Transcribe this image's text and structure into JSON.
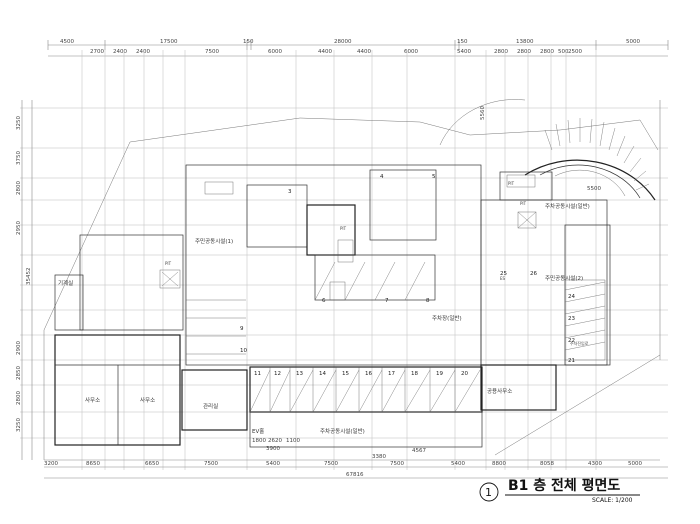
{
  "drawing": {
    "title": "B1 층 전체 평면도",
    "scale": "SCALE: 1/200",
    "sheet_number": "1"
  },
  "top_dims": {
    "row1": [
      "4500",
      "17500",
      "150",
      "28000",
      "150",
      "13800",
      "5000"
    ],
    "row2": [
      "2700",
      "2400",
      "2400",
      "7500",
      "6000",
      "4400",
      "4400",
      "6000",
      "5400",
      "2800",
      "2800",
      "2800",
      "500",
      "2500"
    ]
  },
  "bottom_dims": {
    "row1": [
      "3200",
      "8650",
      "6650",
      "7500",
      "5400",
      "7500",
      "7500",
      "5400",
      "8800",
      "8058",
      "4300",
      "5000"
    ],
    "row2": [
      "1800",
      "2620",
      "1100",
      "3900",
      "3380",
      "4567"
    ],
    "total": "67816"
  },
  "left_dims": [
    "3250",
    "3750",
    "2800",
    "2950",
    "35452",
    "2900",
    "2850",
    "2800",
    "3250"
  ],
  "right_dims": [
    "5560",
    "5500"
  ],
  "rooms": {
    "machine_room": "기계실",
    "office_1": "사무소",
    "office_2": "사무소",
    "admin_room": "관리실",
    "parking": "주차장(일반)",
    "general_office": "공용사무소",
    "ev_hall": "EV홀",
    "bike_parking": "주차공동시설(일반)",
    "bike_parking_2": "주차공동시설(일반)",
    "shared_hall_1": "주민공동시설(1)",
    "shared_hall_2": "주민공동시설(2)",
    "ramp": "주차진입로"
  },
  "small_labels": {
    "pit_1": "PIT",
    "pit_2": "PIT",
    "pit_3": "PIT",
    "pit_4": "PIT",
    "es": "ES"
  },
  "parking_nums": [
    "9",
    "10",
    "11",
    "12",
    "13",
    "14",
    "15",
    "16",
    "17",
    "18",
    "19",
    "20",
    "21",
    "22",
    "23",
    "24",
    "25",
    "26"
  ],
  "core_nums": [
    "3",
    "4",
    "5",
    "6",
    "7",
    "8"
  ]
}
